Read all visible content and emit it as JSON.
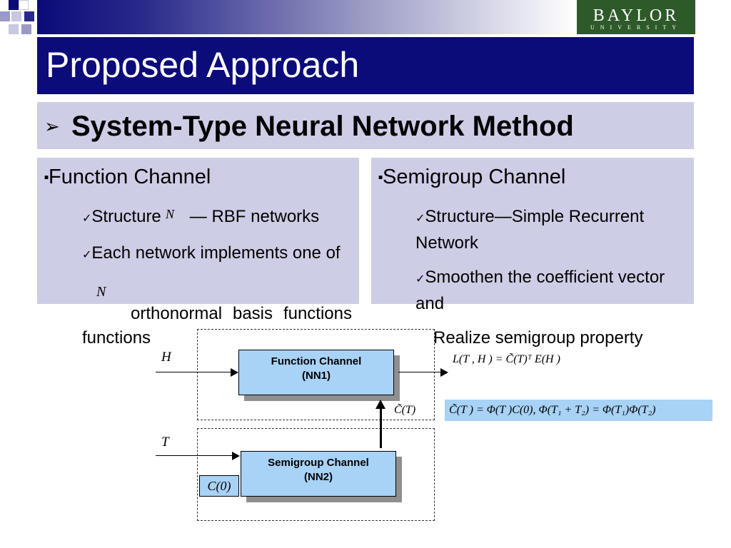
{
  "slide": {
    "title": "Proposed Approach",
    "subtitle": "System-Type Neural Network Method",
    "logo": {
      "name": "BAYLOR",
      "sub": "UNIVERSITY"
    }
  },
  "left_panel": {
    "heading": "Function Channel",
    "items": [
      {
        "prefix": "Structure",
        "text": "— RBF networks",
        "overlay": "N"
      },
      {
        "text": "Each network implements one of",
        "overlay": "N"
      },
      {
        "text": "orthonormal basis functions"
      }
    ]
  },
  "right_panel": {
    "heading": "Semigroup Channel",
    "items": [
      {
        "text": "Structure—Simple Recurrent Network"
      },
      {
        "text": "Smoothen the coefficient vector and"
      },
      {
        "text": "Realize semigroup property"
      }
    ]
  },
  "diagram": {
    "nn1": {
      "line1": "Function Channel",
      "line2": "(NN1)"
    },
    "nn2": {
      "line1": "Semigroup Channel",
      "line2": "(NN2)"
    },
    "input_h": "H",
    "input_t": "T",
    "c0": "C(0)",
    "ct": "C̃(T)",
    "output": "L(T , H ) = C̃(T)ᵀ E(H )",
    "formula": "C̃(T ) = Φ(T )C(0),  Φ(T₁ + T₂) = Φ(T₁)Φ(T₂)"
  },
  "colors": {
    "title_bar": "#0b0b7a",
    "panel": "#cdcde6",
    "nn_box": "#a8d2f6",
    "logo_bg": "#2e5a2a"
  }
}
